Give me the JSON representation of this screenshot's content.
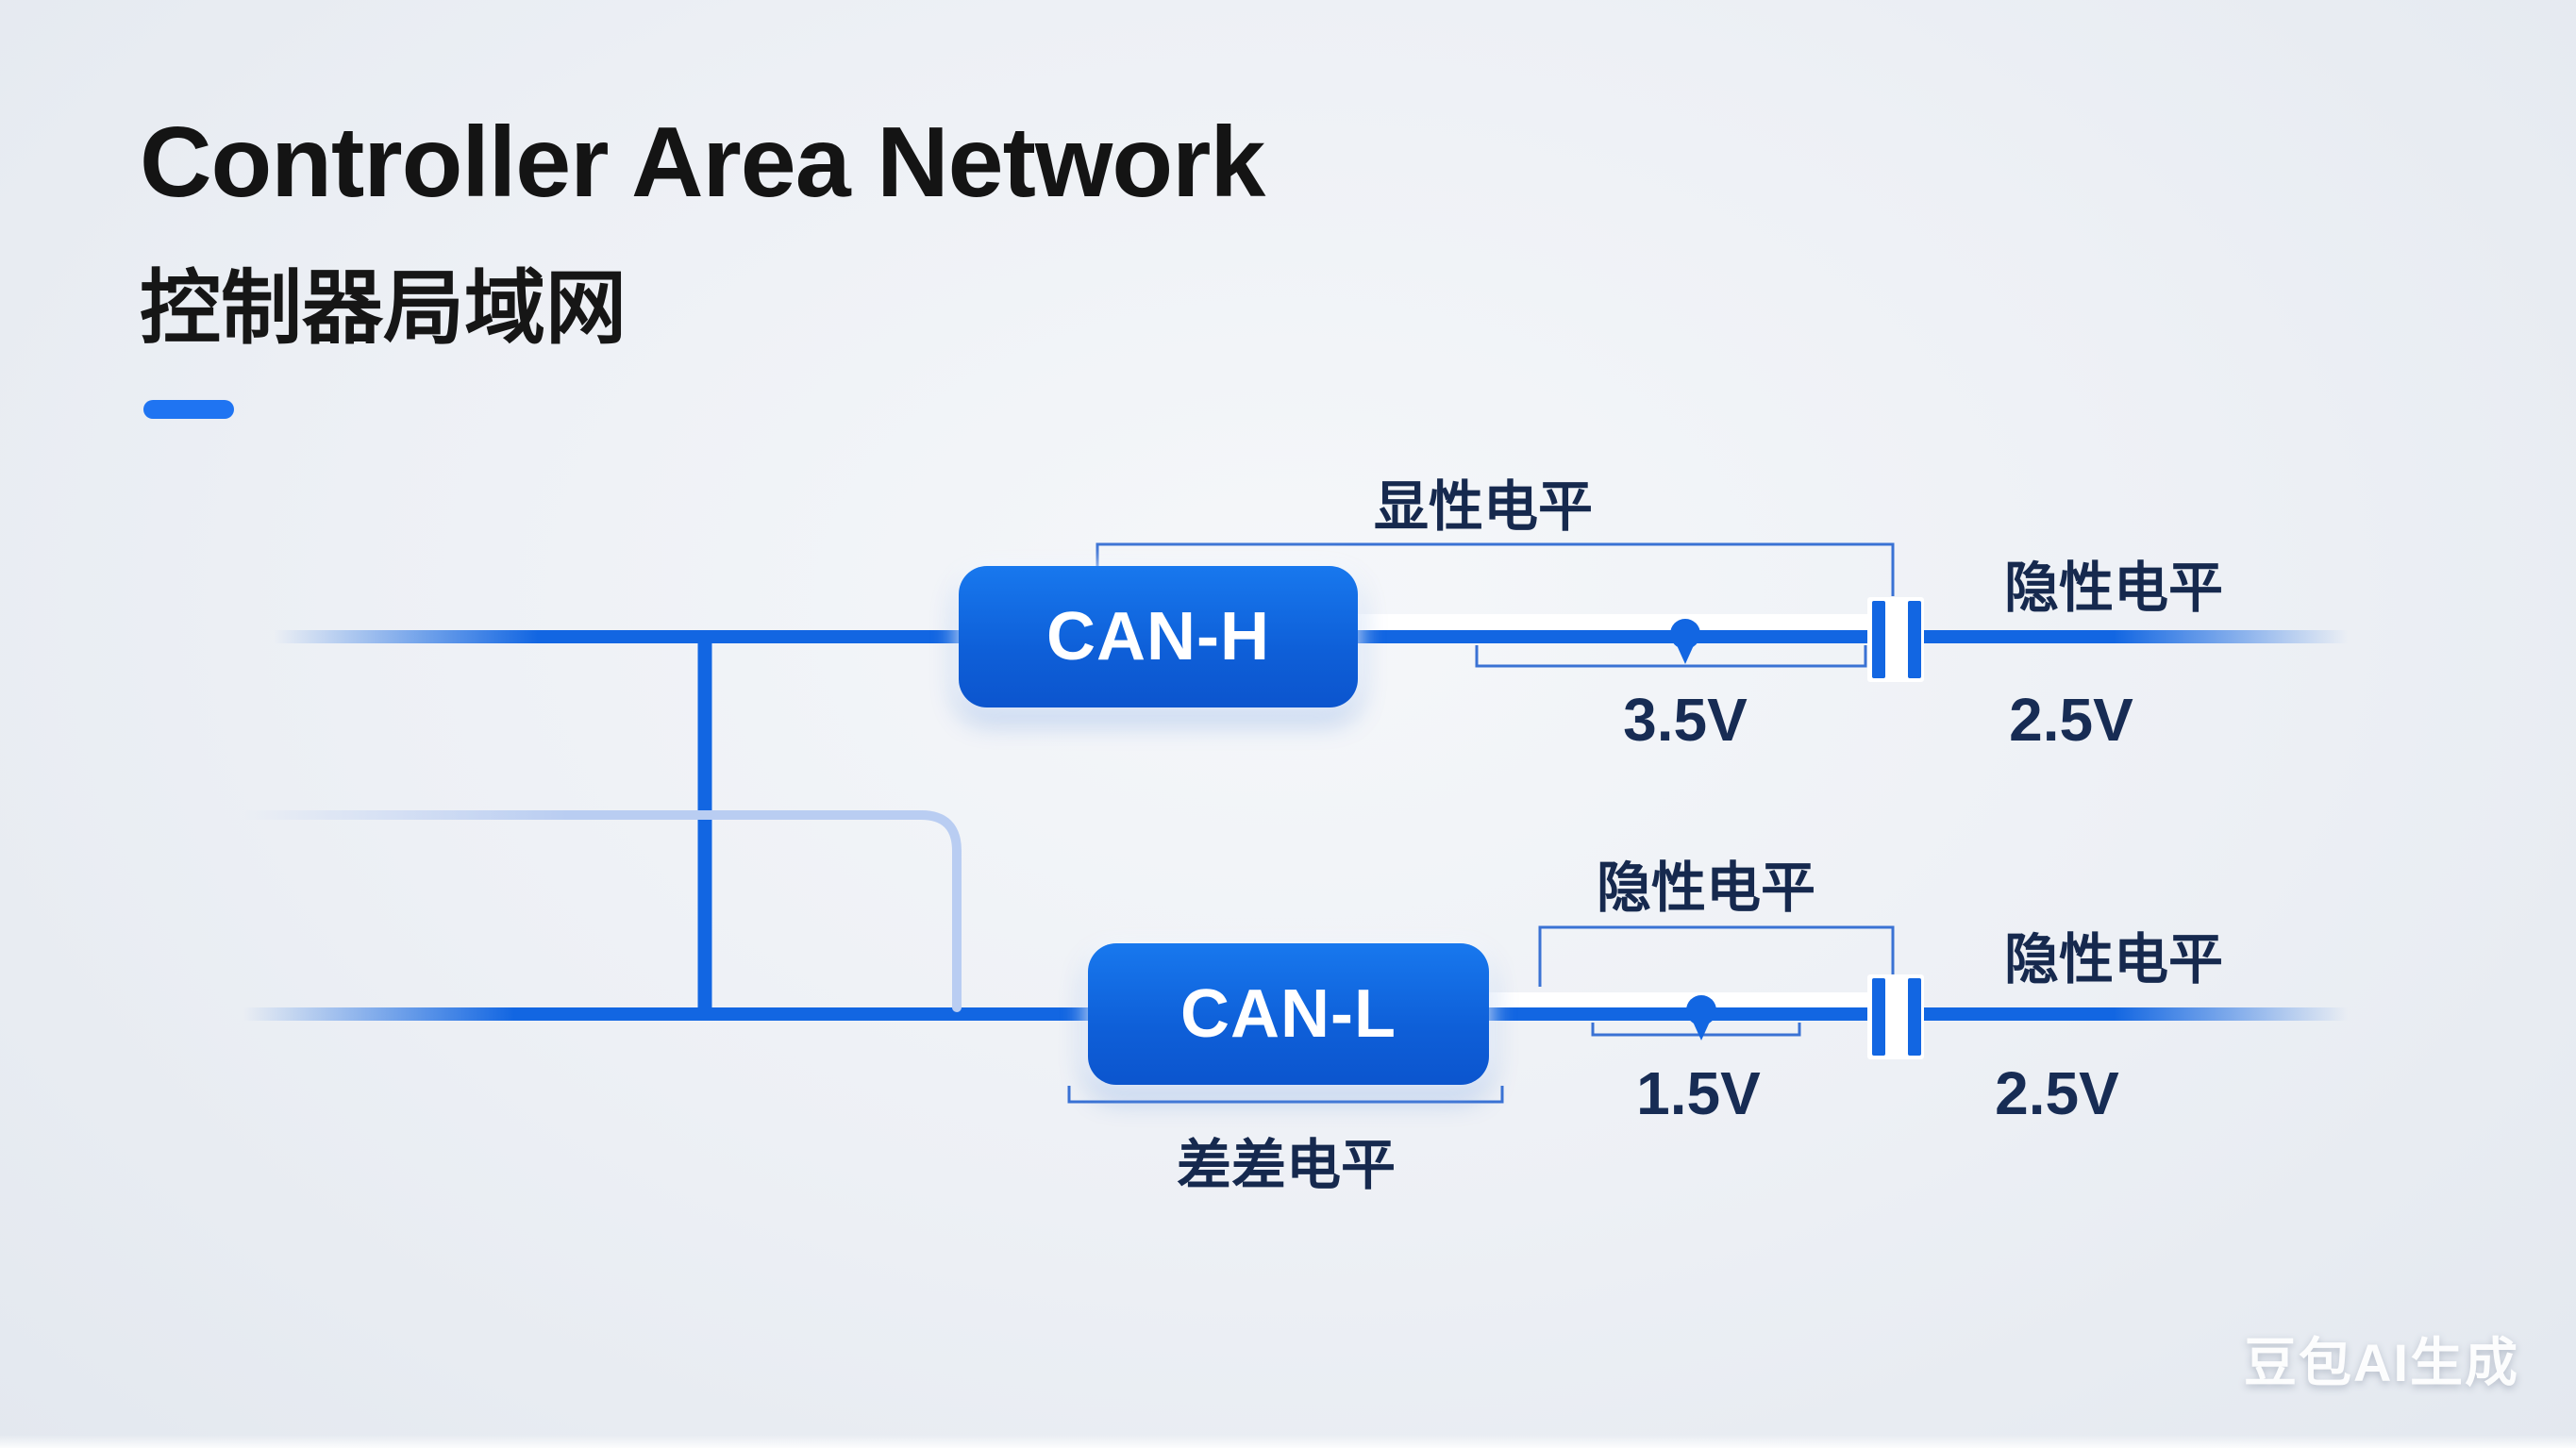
{
  "header": {
    "title": "Controller Area Network",
    "subtitle": "控制器局域网"
  },
  "diagram": {
    "can_h": {
      "box_label": "CAN-H",
      "bracket_top_label": "显性电平",
      "dominant_voltage": "3.5V",
      "right_label": "隐性电平",
      "recessive_voltage": "2.5V"
    },
    "can_l": {
      "box_label": "CAN-L",
      "bracket_top_label": "隐性电平",
      "dominant_voltage": "1.5V",
      "right_label": "隐性电平",
      "recessive_voltage": "2.5V",
      "bottom_label": "差差电平"
    },
    "colors": {
      "wire_blue": "#1266E2",
      "faint_wire_blue": "#B9CDF2",
      "bracket_blue": "#3A72D4",
      "label_navy": "#16294E",
      "accent": "#1F74F2"
    }
  },
  "watermark": {
    "text": "豆包AI生成"
  }
}
